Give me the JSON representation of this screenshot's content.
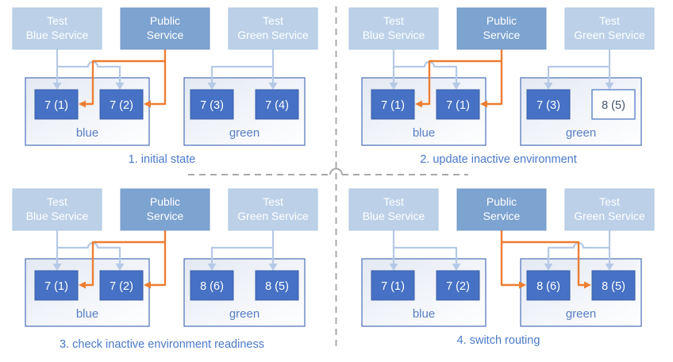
{
  "colors": {
    "test_service_fill": "#bcd1e8",
    "test_service_border": "#adc6e2",
    "public_service_fill": "#7da3d0",
    "public_service_border": "#7499c9",
    "service_text": "#ffffff",
    "pod_fill": "#4671c4",
    "pod_border": "#3a5fa9",
    "pod_text": "#ffffff",
    "pod_new_fill": "#fdfdfe",
    "pod_new_text": "#44546a",
    "env_border": "#4b6fb8",
    "env_label_text": "#5a7ec5",
    "test_arrow": "#b6c9e6",
    "public_arrow": "#ed7d31",
    "caption_text": "#4a7ac9",
    "divider": "#a9a9a9"
  },
  "quadrants": [
    {
      "caption": "1. initial state",
      "public_routes_to": "blue",
      "services": {
        "test_blue": {
          "line1": "Test",
          "line2": "Blue Service"
        },
        "public": {
          "line1": "Public",
          "line2": "Service"
        },
        "test_green": {
          "line1": "Test",
          "line2": "Green Service"
        }
      },
      "environments": {
        "blue": {
          "label": "blue",
          "pods": [
            {
              "label": "7 (1)",
              "state": "active"
            },
            {
              "label": "7 (2)",
              "state": "active"
            }
          ]
        },
        "green": {
          "label": "green",
          "pods": [
            {
              "label": "7 (3)",
              "state": "active"
            },
            {
              "label": "7 (4)",
              "state": "active"
            }
          ]
        }
      }
    },
    {
      "caption": "2. update inactive environment",
      "public_routes_to": "blue",
      "services": {
        "test_blue": {
          "line1": "Test",
          "line2": "Blue Service"
        },
        "public": {
          "line1": "Public",
          "line2": "Service"
        },
        "test_green": {
          "line1": "Test",
          "line2": "Green Service"
        }
      },
      "environments": {
        "blue": {
          "label": "blue",
          "pods": [
            {
              "label": "7 (1)",
              "state": "active"
            },
            {
              "label": "7 (1)",
              "state": "active"
            }
          ]
        },
        "green": {
          "label": "green",
          "pods": [
            {
              "label": "7 (3)",
              "state": "active"
            },
            {
              "label": "8 (5)",
              "state": "new"
            }
          ]
        }
      }
    },
    {
      "caption": "3. check inactive environment readiness",
      "public_routes_to": "blue",
      "services": {
        "test_blue": {
          "line1": "Test",
          "line2": "Blue Service"
        },
        "public": {
          "line1": "Public",
          "line2": "Service"
        },
        "test_green": {
          "line1": "Test",
          "line2": "Green Service"
        }
      },
      "environments": {
        "blue": {
          "label": "blue",
          "pods": [
            {
              "label": "7 (1)",
              "state": "active"
            },
            {
              "label": "7 (2)",
              "state": "active"
            }
          ]
        },
        "green": {
          "label": "green",
          "pods": [
            {
              "label": "8 (6)",
              "state": "active"
            },
            {
              "label": "8 (5)",
              "state": "active"
            }
          ]
        }
      }
    },
    {
      "caption": "4. switch routing",
      "public_routes_to": "green",
      "services": {
        "test_blue": {
          "line1": "Test",
          "line2": "Blue Service"
        },
        "public": {
          "line1": "Public",
          "line2": "Service"
        },
        "test_green": {
          "line1": "Test",
          "line2": "Green Service"
        }
      },
      "environments": {
        "blue": {
          "label": "blue",
          "pods": [
            {
              "label": "7 (1)",
              "state": "active"
            },
            {
              "label": "7 (2)",
              "state": "active"
            }
          ]
        },
        "green": {
          "label": "green",
          "pods": [
            {
              "label": "8 (6)",
              "state": "active"
            },
            {
              "label": "8 (5)",
              "state": "active"
            }
          ]
        }
      }
    }
  ]
}
